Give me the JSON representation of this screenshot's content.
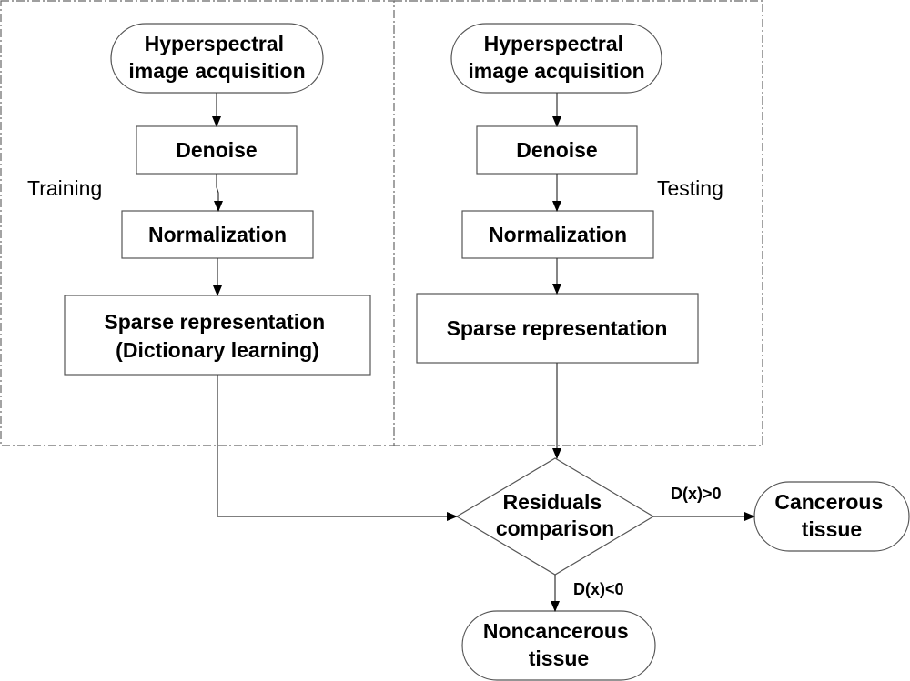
{
  "labels": {
    "training": "Training",
    "testing": "Testing"
  },
  "training": {
    "acquisition": [
      "Hyperspectral",
      "image acquisition"
    ],
    "denoise": "Denoise",
    "normalization": "Normalization",
    "sparse": [
      "Sparse representation",
      "(Dictionary learning)"
    ]
  },
  "testing": {
    "acquisition": [
      "Hyperspectral",
      "image acquisition"
    ],
    "denoise": "Denoise",
    "normalization": "Normalization",
    "sparse": "Sparse representation"
  },
  "decision": [
    "Residuals",
    "comparison"
  ],
  "conditions": {
    "positive": "D(x)>0",
    "negative": "D(x)<0"
  },
  "outcomes": {
    "cancerous": [
      "Cancerous",
      "tissue"
    ],
    "noncancerous": [
      "Noncancerous",
      "tissue"
    ]
  }
}
